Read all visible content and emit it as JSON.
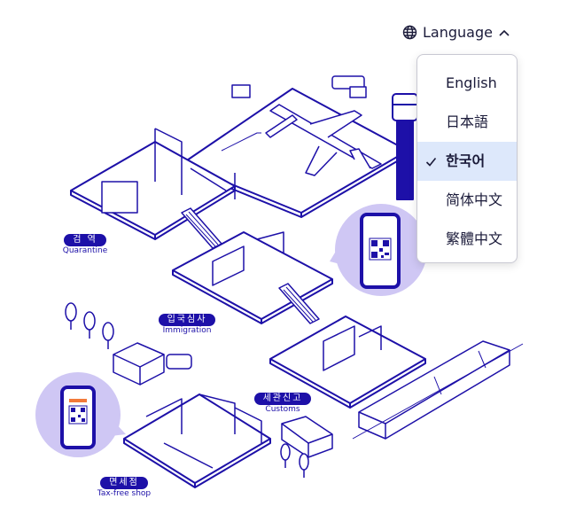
{
  "language_selector": {
    "label": "Language",
    "icon": "globe-icon",
    "expand_icon": "chevron-up-icon",
    "options": [
      {
        "label": "English",
        "selected": false
      },
      {
        "label": "日本語",
        "selected": false
      },
      {
        "label": "한국어",
        "selected": true
      },
      {
        "label": "简体中文",
        "selected": false
      },
      {
        "label": "繁體中文",
        "selected": false
      }
    ]
  },
  "areas": {
    "quarantine": {
      "label_ko": "검 역",
      "label_en": "Quarantine"
    },
    "immigration": {
      "label_ko": "입국심사",
      "label_en": "Immigration"
    },
    "customs": {
      "label_ko": "세관신고",
      "label_en": "Customs"
    },
    "tax_free": {
      "label_ko": "면세점",
      "label_en": "Tax-free shop"
    }
  },
  "colors": {
    "accent": "#1d10a8",
    "bubble": "#cfc7f4",
    "selected_bg": "#dde8fb",
    "text": "#1b1b3a"
  }
}
